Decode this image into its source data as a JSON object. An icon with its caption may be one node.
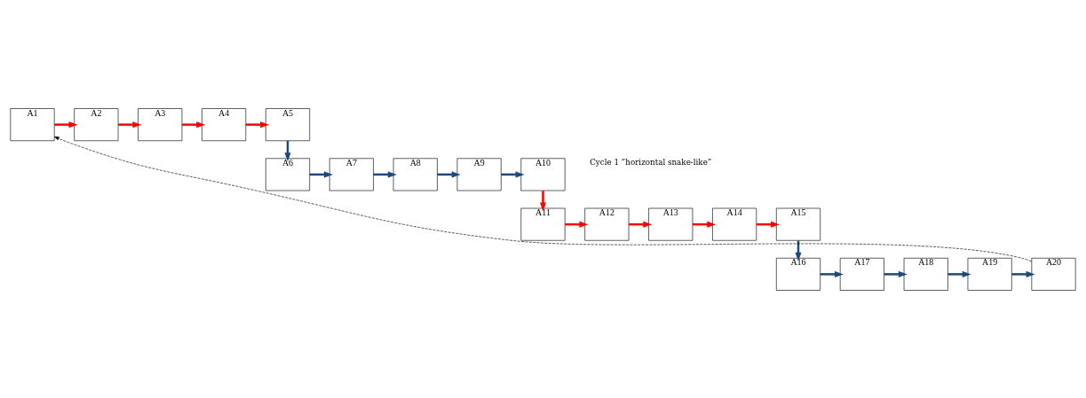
{
  "diagram": {
    "nodes": [
      {
        "text": [
          "A1"
        ]
      },
      {
        "text": [
          "A2"
        ]
      },
      {
        "text": [
          "A3"
        ]
      },
      {
        "text": [
          "A4"
        ]
      },
      {
        "text": [
          "A5"
        ]
      },
      {
        "text": [
          "A6"
        ]
      },
      {
        "text": [
          "A7"
        ]
      },
      {
        "text": [
          "A8"
        ]
      },
      {
        "text": [
          "A9"
        ]
      },
      {
        "text": [
          "A10"
        ]
      },
      {
        "text": [
          "A11"
        ]
      },
      {
        "text": [
          "A12"
        ]
      },
      {
        "text": [
          "A13"
        ]
      },
      {
        "text": [
          "A14"
        ]
      },
      {
        "text": [
          "A15"
        ]
      },
      {
        "text": [
          "A16"
        ]
      },
      {
        "text": [
          "A17"
        ]
      },
      {
        "text": [
          "A18"
        ]
      },
      {
        "text": [
          "A19"
        ]
      },
      {
        "text": [
          "A20"
        ]
      }
    ],
    "edges": [
      {
        "from": 0,
        "to": 1,
        "arrow": "to",
        "color": "#ff0000"
      },
      {
        "from": 1,
        "to": 2,
        "arrow": "to",
        "color": "#ff0000"
      },
      {
        "from": 2,
        "to": 3,
        "arrow": "to",
        "color": "#ff0000"
      },
      {
        "from": 3,
        "to": 4,
        "arrow": "to",
        "color": "#ff0000"
      },
      {
        "from": 4,
        "to": 5,
        "arrow": "to"
      },
      {
        "from": 5,
        "to": 6,
        "arrow": "to"
      },
      {
        "from": 6,
        "to": 7,
        "arrow": "to"
      },
      {
        "from": 7,
        "to": 8,
        "arrow": "to"
      },
      {
        "from": 8,
        "to": 9,
        "arrow": "to"
      },
      {
        "from": 9,
        "to": 10,
        "arrow": "to",
        "color": "#ff0000"
      },
      {
        "from": 10,
        "to": 11,
        "arrow": "to",
        "color": "#ff0000"
      },
      {
        "from": 11,
        "to": 12,
        "arrow": "to",
        "color": "#ff0000"
      },
      {
        "from": 12,
        "to": 13,
        "arrow": "to",
        "color": "#ff0000"
      },
      {
        "from": 13,
        "to": 14,
        "arrow": "to",
        "color": "#ff0000"
      },
      {
        "from": 14,
        "to": 15,
        "arrow": "to"
      },
      {
        "from": 15,
        "to": 16,
        "arrow": "to"
      },
      {
        "from": 16,
        "to": 17,
        "arrow": "to"
      },
      {
        "from": 17,
        "to": 18,
        "arrow": "to"
      },
      {
        "from": 18,
        "to": 19,
        "arrow": "to"
      },
      {
        "from": 19,
        "to": 0,
        "arrow": "to",
        "style": "dashed",
        "color": "#000000"
      }
    ],
    "labels": [
      "Cycle 1 “horizontal snake-like”"
    ]
  }
}
